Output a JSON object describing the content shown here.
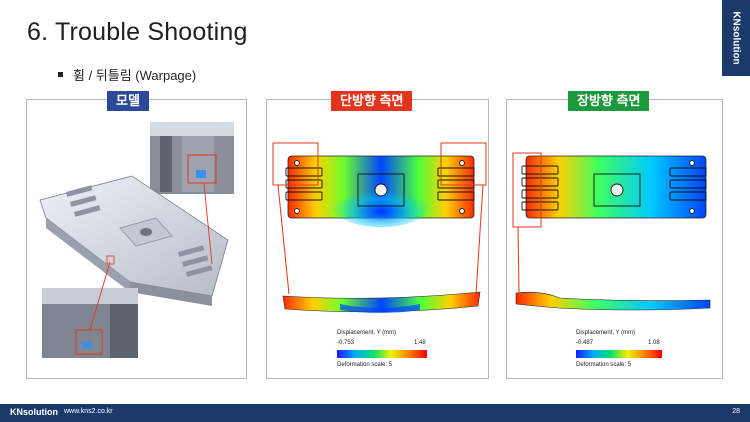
{
  "slide": {
    "title": "6. Trouble Shooting",
    "bullet": "휨 / 뒤틀림 (Warpage)",
    "brand": "KNsolution"
  },
  "panels": [
    {
      "label": "모델",
      "label_color": "#2d4a9a"
    },
    {
      "label": "단방향 측면",
      "label_color": "#e3351b"
    },
    {
      "label": "장방향 측면",
      "label_color": "#1a9a3c"
    }
  ],
  "legends": [
    {
      "title": "Displacement, Y (mm)",
      "min": "-0.753",
      "max": "1.48",
      "scale": "Deformation scale: 5"
    },
    {
      "title": "Displacement, Y (mm)",
      "min": "-0.487",
      "max": "1.08",
      "scale": "Deformation scale: 5"
    }
  ],
  "footer": {
    "logo": "KNsolution",
    "url": "www.kns2.co.kr",
    "page": "28"
  },
  "colors": {
    "navy": "#1b3a6b",
    "highlight_red": "#e3351b",
    "green": "#1a9a3c",
    "blue": "#2d4a9a"
  }
}
